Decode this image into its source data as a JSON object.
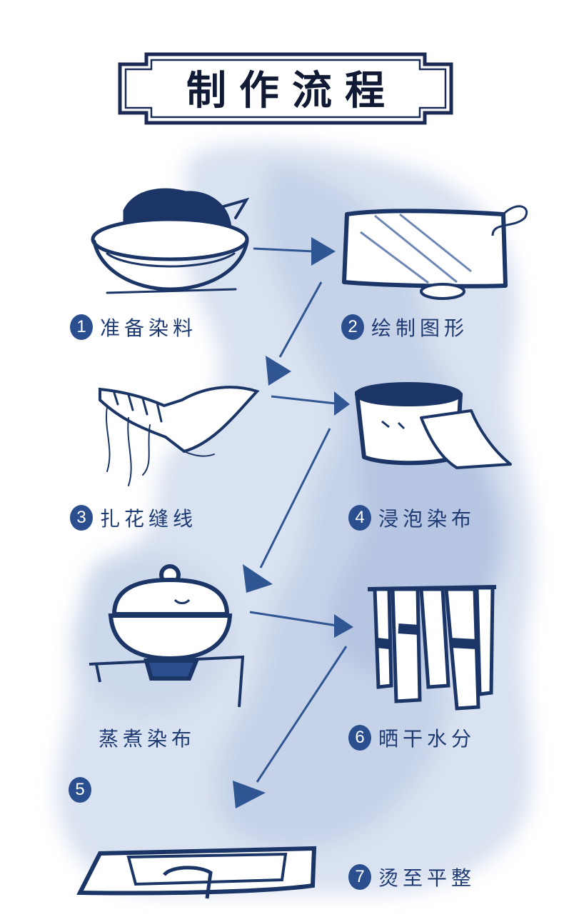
{
  "title": "制作流程",
  "colors": {
    "navy": "#1b3566",
    "badge": "#2b4f8e",
    "wash": "#c9d6ea",
    "arrow": "#2f5592"
  },
  "steps": [
    {
      "num": "1",
      "text": "准备染料",
      "icon": "dye-bowl-icon"
    },
    {
      "num": "2",
      "text": "绘制图形",
      "icon": "cloth-drawing-icon"
    },
    {
      "num": "3",
      "text": "扎花缝线",
      "icon": "tied-cloth-icon"
    },
    {
      "num": "4",
      "text": "浸泡染布",
      "icon": "dye-vat-icon"
    },
    {
      "num": "5",
      "text": "蒸煮染布",
      "icon": "steaming-pot-icon"
    },
    {
      "num": "6",
      "text": "晒干水分",
      "icon": "drying-cloth-icon"
    },
    {
      "num": "7",
      "text": "烫至平整",
      "icon": "iron-icon"
    }
  ]
}
